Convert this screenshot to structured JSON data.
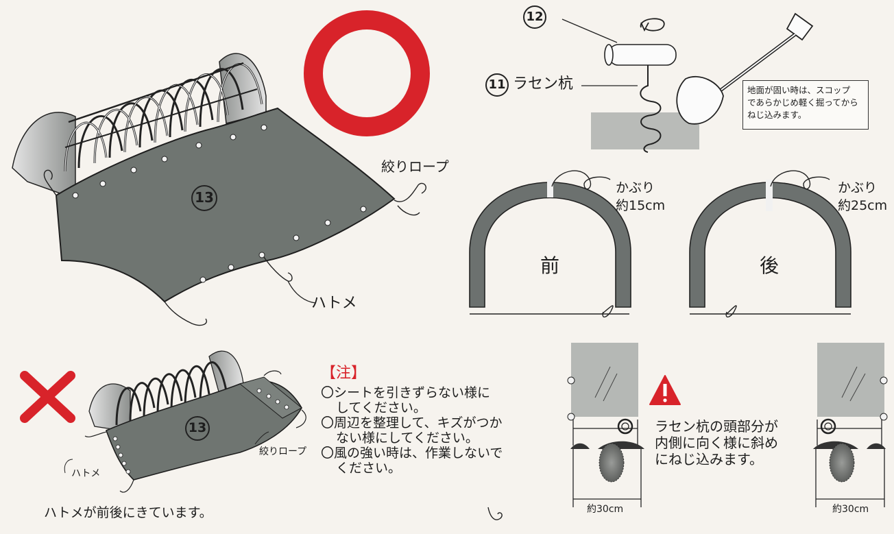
{
  "marks": {
    "correct_color": "#d8232a",
    "wrong_color": "#d8232a"
  },
  "colors": {
    "sheet": "#6f7571",
    "frame": "#5d625f",
    "ground": "#b9bbb8",
    "pipe": "#f2f2f2"
  },
  "parts": {
    "n11": "11",
    "n12": "12",
    "n13": "13"
  },
  "labels": {
    "rasen_kui": "ラセン杭",
    "shibori_rope_main": "絞りロープ",
    "hatome_main": "ハトメ",
    "shibori_rope_small": "絞りロープ",
    "hatome_small": "ハトメ",
    "hatome_caption": "ハトメが前後にきています。"
  },
  "shovel_note": {
    "lines": [
      "地面が固い時は、スコップ",
      "であらかじめ軽く掘ってから",
      "ねじ込みます。"
    ]
  },
  "overlap": {
    "front": {
      "label": "前",
      "overlap_label": "かぶり",
      "overlap_value": "約15cm"
    },
    "back": {
      "label": "後",
      "overlap_label": "かぶり",
      "overlap_value": "約25cm"
    }
  },
  "notice": {
    "heading": "【注】",
    "items": [
      {
        "first": "〇シートを引きずらない様に",
        "second": "してください。"
      },
      {
        "first": "〇周辺を整理して、キズがつか",
        "second": "ない様にしてください。"
      },
      {
        "first": "〇風の強い時は、作業しないで",
        "second": "ください。"
      }
    ]
  },
  "caution": {
    "icon": "warning-triangle-icon",
    "lines": [
      "ラセン杭の頭部分が",
      "内側に向く様に斜め",
      "にねじ込みます。"
    ]
  },
  "distance": {
    "left": "約30cm",
    "right": "約30cm"
  }
}
